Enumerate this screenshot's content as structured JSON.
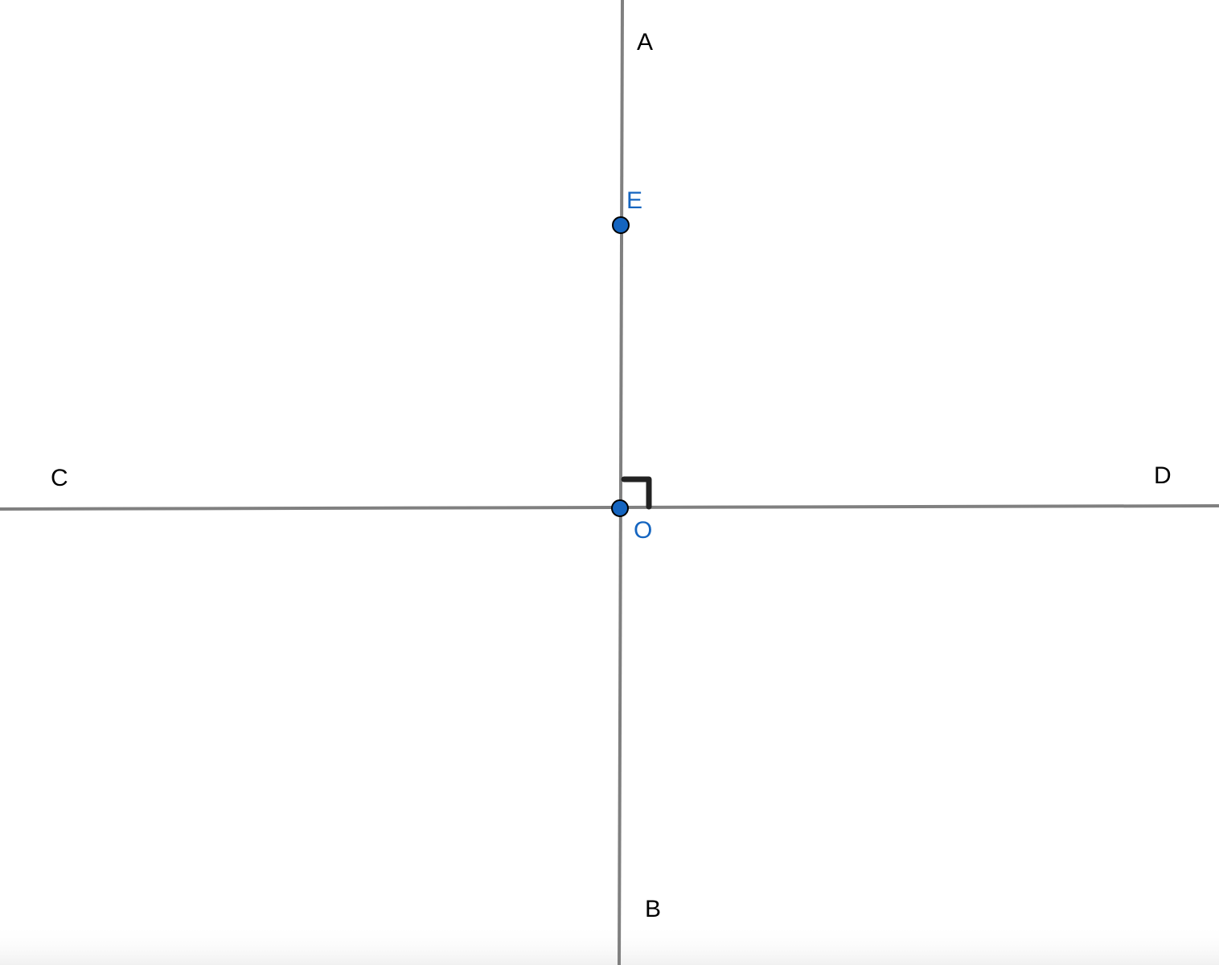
{
  "diagram": {
    "lines": [
      {
        "name": "line-ab",
        "from": "A",
        "to": "B"
      },
      {
        "name": "line-cd",
        "from": "C",
        "to": "D"
      }
    ],
    "points": [
      {
        "name": "point-e",
        "label": "E",
        "color": "#1565c0"
      },
      {
        "name": "point-o",
        "label": "O",
        "color": "#1565c0"
      }
    ],
    "line_labels": [
      "A",
      "B",
      "C",
      "D"
    ],
    "right_angle_marker": "right-angle-icon",
    "colors": {
      "line": "#808080",
      "point_fill": "#1565c0",
      "point_stroke": "#000000",
      "point_label": "#1565c0",
      "line_label": "#000000",
      "marker": "#222222"
    }
  }
}
